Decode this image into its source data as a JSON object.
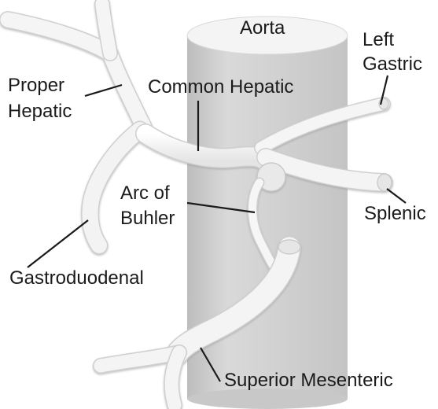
{
  "labels": {
    "aorta": "Aorta",
    "left_gastric_line1": "Left",
    "left_gastric_line2": "Gastric",
    "proper_hepatic_line1": "Proper",
    "proper_hepatic_line2": "Hepatic",
    "common_hepatic": "Common Hepatic",
    "arc_of_buhler_line1": "Arc of",
    "arc_of_buhler_line2": "Buhler",
    "splenic": "Splenic",
    "gastroduodenal": "Gastroduodenal",
    "superior_mesenteric": "Superior Mesenteric"
  },
  "colors": {
    "vessel": "#f2f2f2",
    "aorta": "#d4d4d4",
    "text": "#1a1a1a",
    "leader_line": "#1a1a1a"
  }
}
